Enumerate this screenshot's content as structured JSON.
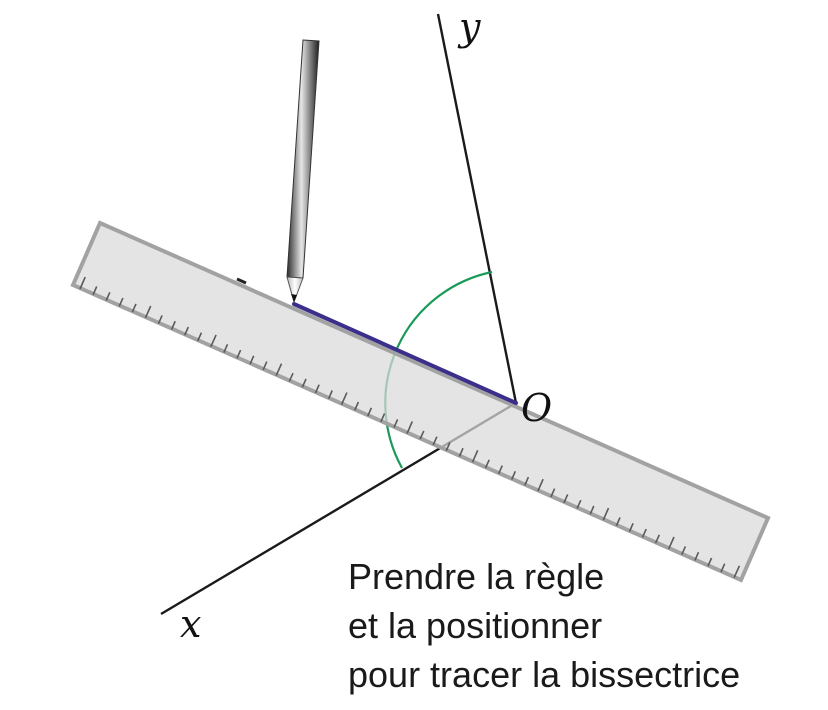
{
  "labels": {
    "y": "y",
    "x": "x",
    "o": "O"
  },
  "caption": {
    "line1": "Prendre la règle",
    "line2": "et la positionner",
    "line3": "pour tracer la bissectrice"
  },
  "colors": {
    "ruler_fill": "#e3e3e3",
    "ruler_edge": "#a0a0a0",
    "ray": "#1a1a1a",
    "arc": "#1a9a5a",
    "bisector": "#3a2f8a",
    "pencil": "#3a3a3a"
  },
  "icons": {
    "pencil": "pencil-icon",
    "ruler": "ruler-icon"
  }
}
